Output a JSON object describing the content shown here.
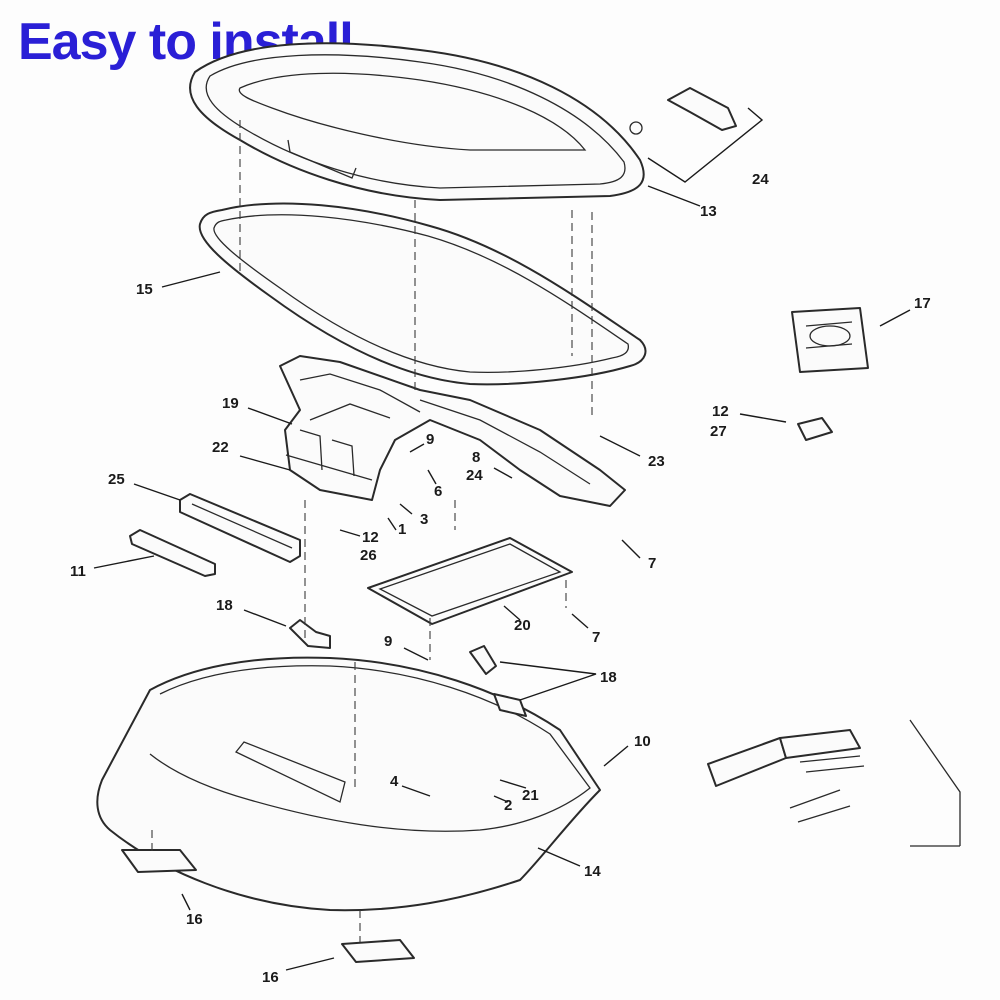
{
  "headline": "Easy to install",
  "colors": {
    "headline": "#2a1fd6",
    "line": "#2a2a2a"
  },
  "callouts": [
    {
      "id": "c24",
      "text": "24"
    },
    {
      "id": "c13",
      "text": "13"
    },
    {
      "id": "c15",
      "text": "15"
    },
    {
      "id": "c17",
      "text": "17"
    },
    {
      "id": "c19",
      "text": "19"
    },
    {
      "id": "c9a",
      "text": "9"
    },
    {
      "id": "c22",
      "text": "22"
    },
    {
      "id": "c8",
      "text": "8"
    },
    {
      "id": "c24b",
      "text": "24"
    },
    {
      "id": "c6",
      "text": "6"
    },
    {
      "id": "c23",
      "text": "23"
    },
    {
      "id": "c12a",
      "text": "12"
    },
    {
      "id": "c27",
      "text": "27"
    },
    {
      "id": "c25",
      "text": "25"
    },
    {
      "id": "c3",
      "text": "3"
    },
    {
      "id": "c1",
      "text": "1"
    },
    {
      "id": "c12b",
      "text": "12"
    },
    {
      "id": "c26",
      "text": "26"
    },
    {
      "id": "c7a",
      "text": "7"
    },
    {
      "id": "c11",
      "text": "11"
    },
    {
      "id": "c20",
      "text": "20"
    },
    {
      "id": "c7b",
      "text": "7"
    },
    {
      "id": "c18a",
      "text": "18"
    },
    {
      "id": "c9b",
      "text": "9"
    },
    {
      "id": "c18b",
      "text": "18"
    },
    {
      "id": "c10",
      "text": "10"
    },
    {
      "id": "c4",
      "text": "4"
    },
    {
      "id": "c2",
      "text": "2"
    },
    {
      "id": "c21",
      "text": "21"
    },
    {
      "id": "c14",
      "text": "14"
    },
    {
      "id": "c16a",
      "text": "16"
    },
    {
      "id": "c16b",
      "text": "16"
    }
  ]
}
